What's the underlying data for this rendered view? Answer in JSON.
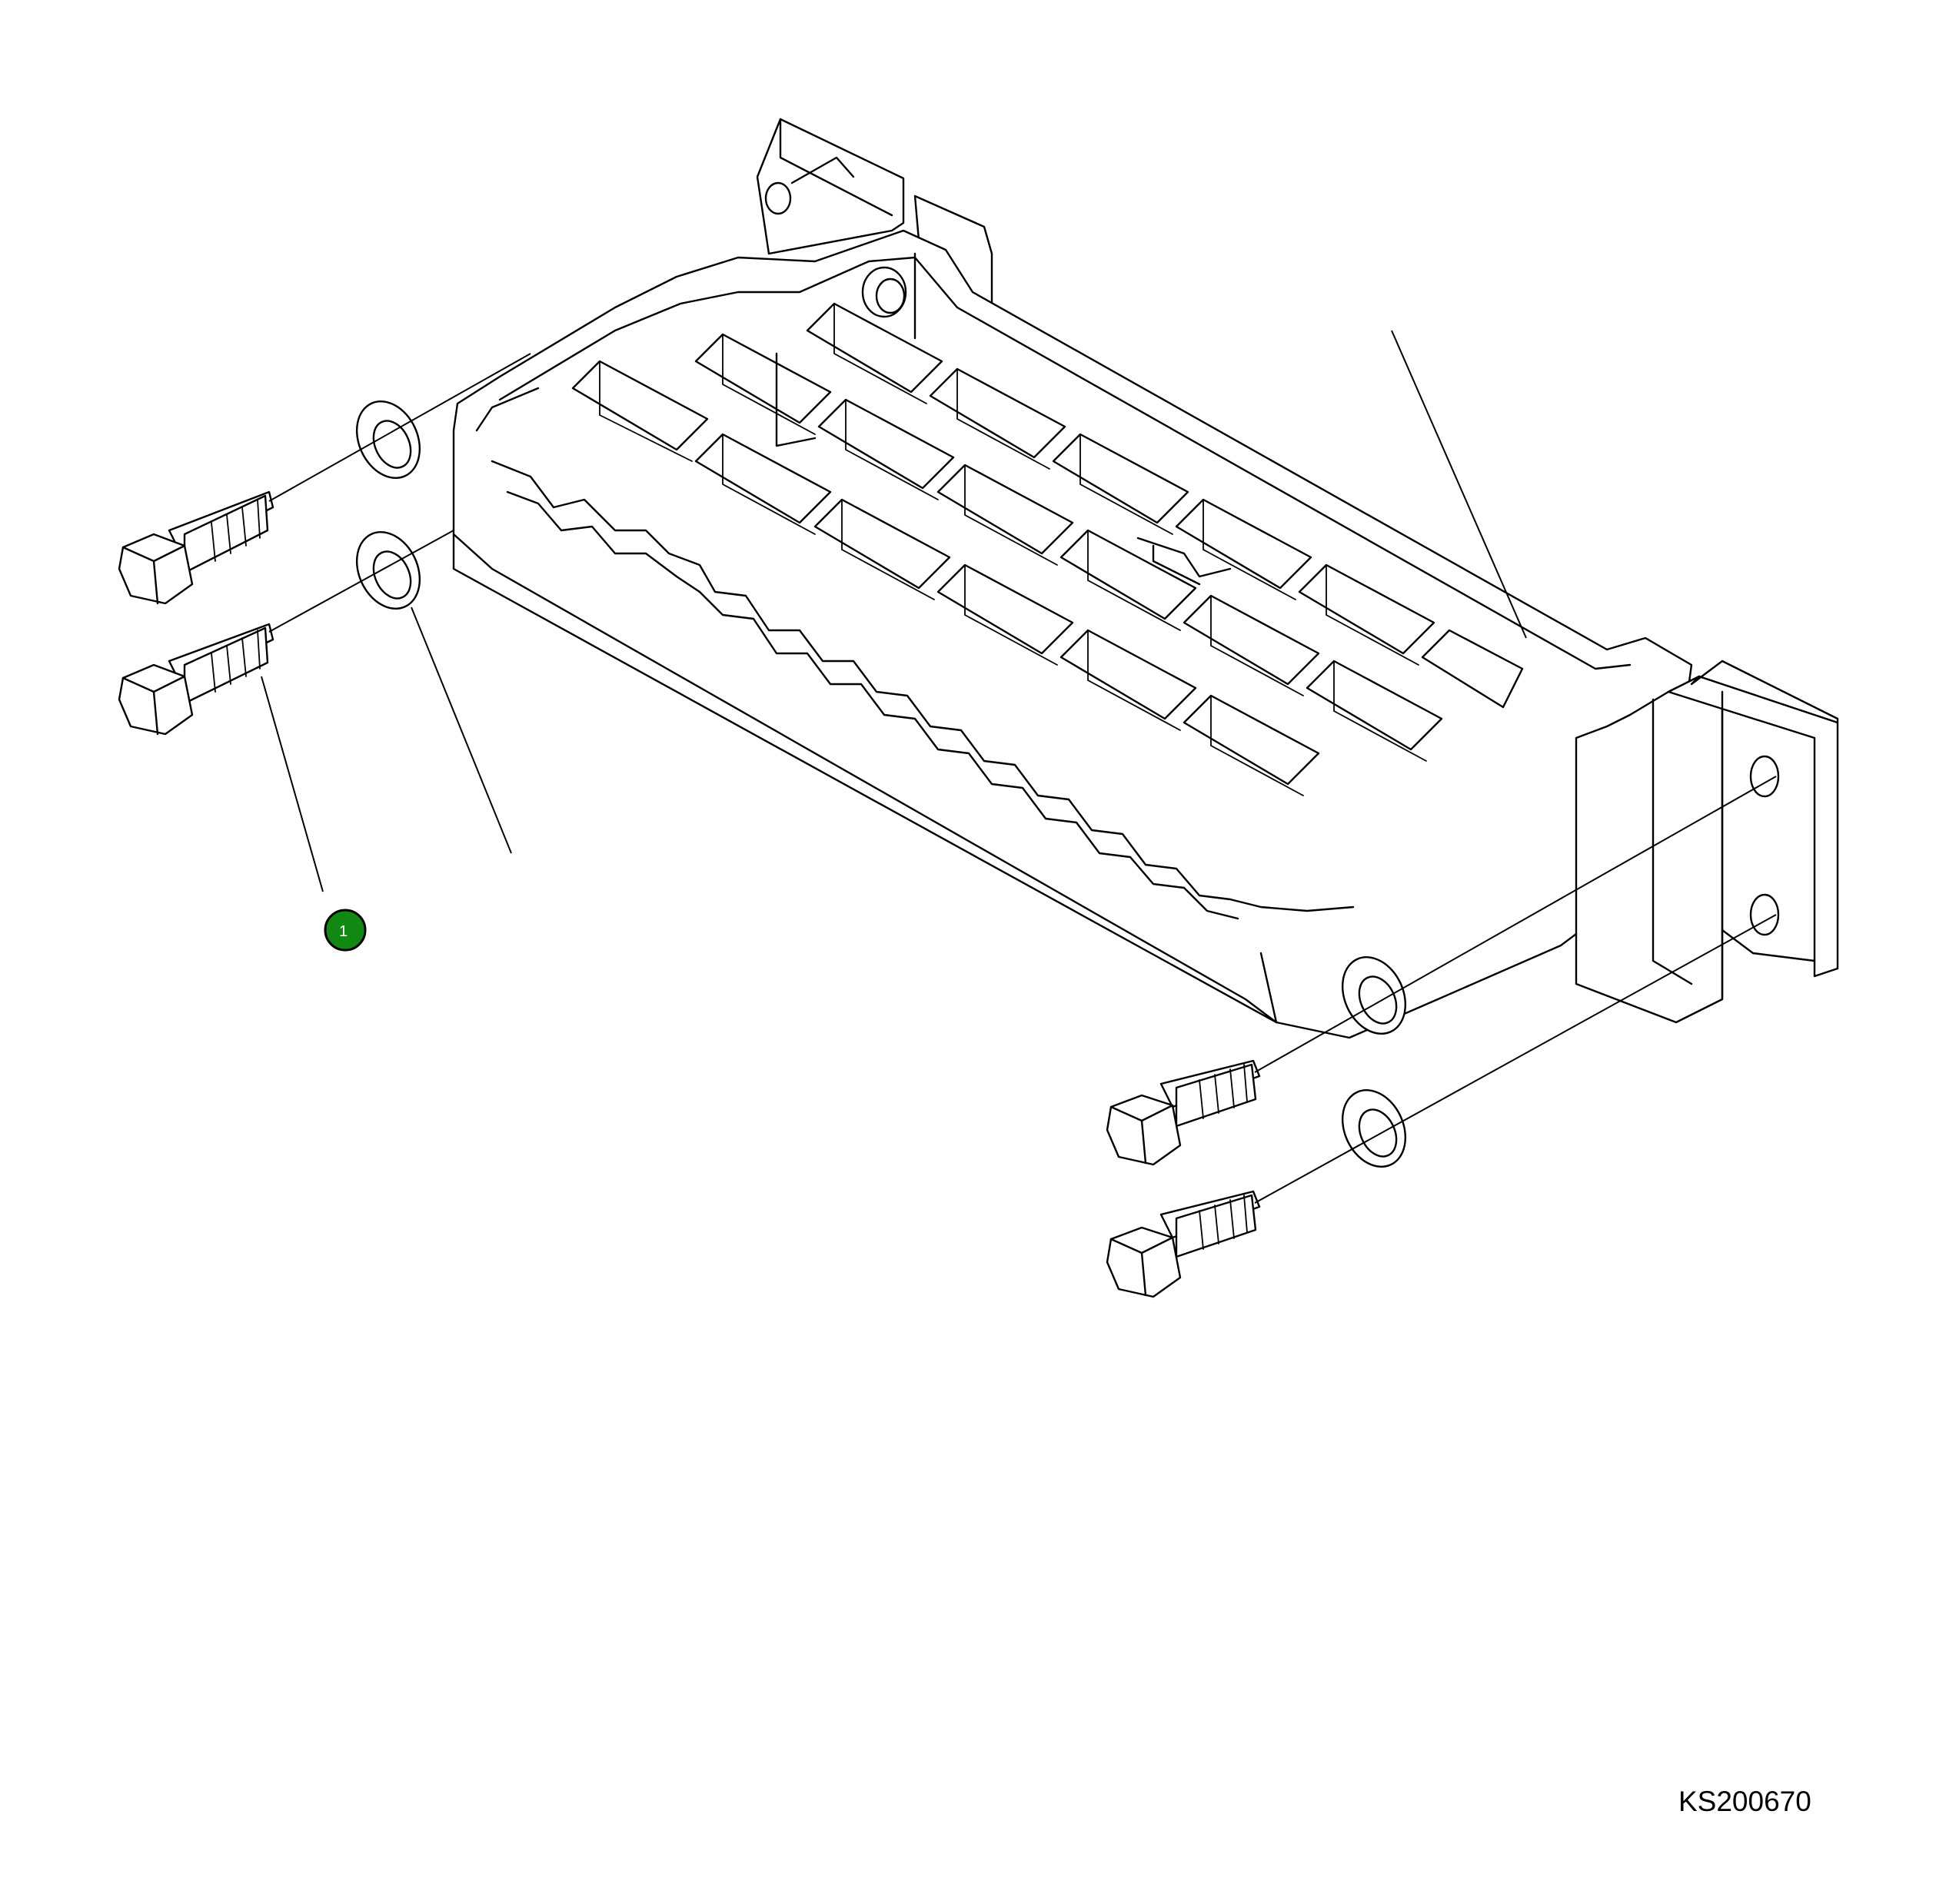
{
  "drawing": {
    "reference_code": "KS200670",
    "callouts": [
      {
        "label": "1",
        "color": "#118811"
      }
    ]
  },
  "parts": [
    {
      "icon": "step-bracket-icon"
    },
    {
      "icon": "hex-bolt-icon",
      "count": 4
    },
    {
      "icon": "washer-icon",
      "count": 4
    }
  ]
}
